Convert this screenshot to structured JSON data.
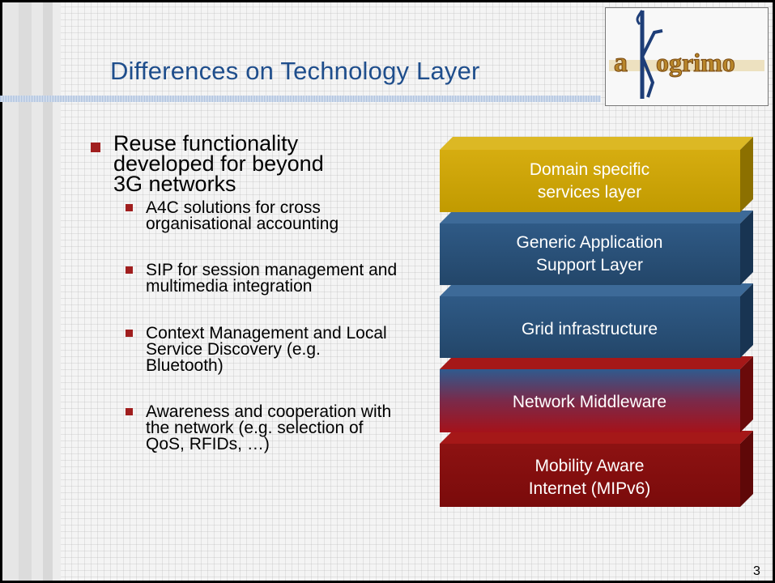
{
  "slide": {
    "title": "Differences on Technology Layer",
    "page_number": "3",
    "logo_text": "akogrimo"
  },
  "bullets": {
    "main": "Reuse functionality developed for beyond 3G networks",
    "sub": [
      "A4C solutions for cross organisational accounting",
      "SIP for session management and multimedia integration",
      "Context Management and Local Service Discovery (e.g. Bluetooth)",
      "Awareness and cooperation with the network (e.g. selection of QoS, RFIDs, …)"
    ]
  },
  "stack": {
    "layers": [
      {
        "label_lines": [
          "Domain specific",
          "services layer"
        ],
        "color": "#c9a200"
      },
      {
        "label_lines": [
          "Generic Application",
          "Support Layer"
        ],
        "color": "#2a4f78"
      },
      {
        "label_lines": [
          "Grid infrastructure"
        ],
        "color": "#2a4f78"
      },
      {
        "label_lines": [
          "Network Middleware"
        ],
        "color": "#8b1010"
      },
      {
        "label_lines": [
          "Mobility Aware",
          "Internet (MIPv6)"
        ],
        "color": "#8b0d0d"
      }
    ]
  }
}
